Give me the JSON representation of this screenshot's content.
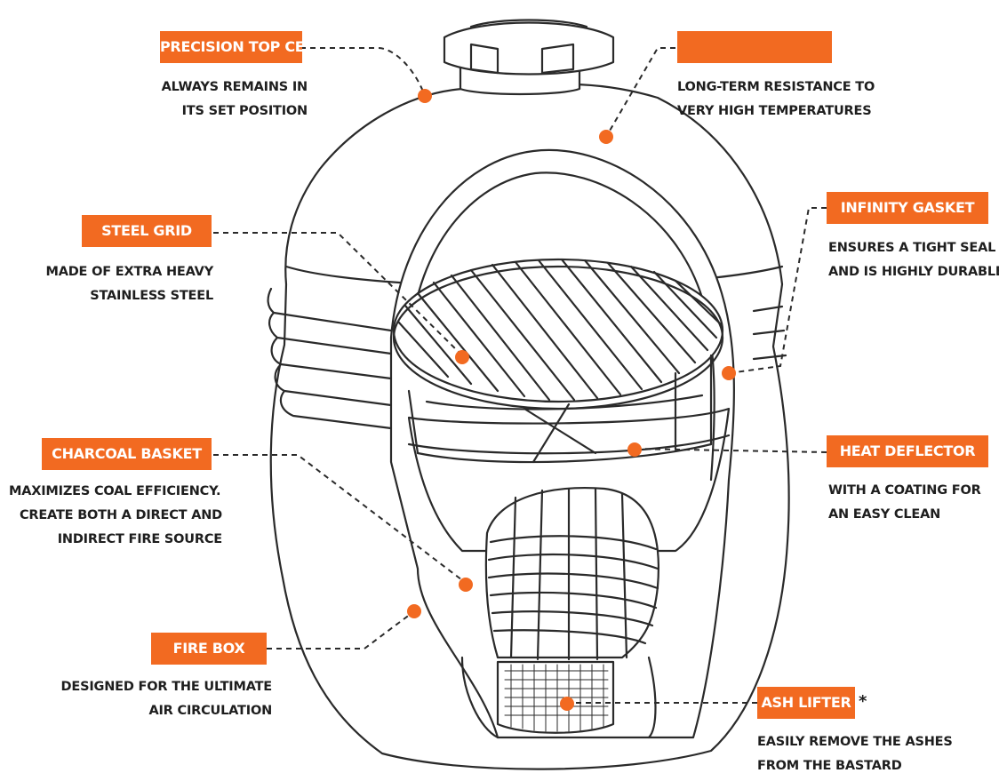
{
  "colors": {
    "accent": "#f26a21",
    "line": "#2a2a2a",
    "text": "#1e1e1e"
  },
  "callouts": [
    {
      "id": "top-cap",
      "label": "PRECISION TOP CE",
      "lines": [
        "ALWAYS REMAINS IN",
        "ITS SET POSITION"
      ]
    },
    {
      "id": "ceramic",
      "label": "",
      "lines": [
        "LONG-TERM RESISTANCE TO",
        "VERY HIGH TEMPERATURES"
      ]
    },
    {
      "id": "infinity-gasket",
      "label": "INFINITY GASKET",
      "lines": [
        "ENSURES A TIGHT SEAL",
        "AND IS HIGHLY DURABLE"
      ]
    },
    {
      "id": "steel-grid",
      "label": "STEEL GRID",
      "lines": [
        "MADE OF EXTRA HEAVY",
        "STAINLESS STEEL"
      ]
    },
    {
      "id": "charcoal-basket",
      "label": "CHARCOAL BASKET",
      "lines": [
        "MAXIMIZES COAL EFFICIENCY.",
        "CREATE BOTH A DIRECT AND",
        "INDIRECT FIRE SOURCE"
      ]
    },
    {
      "id": "heat-deflector",
      "label": "HEAT DEFLECTOR",
      "lines": [
        "WITH A COATING FOR",
        "AN EASY CLEAN"
      ]
    },
    {
      "id": "fire-box",
      "label": "FIRE BOX",
      "lines": [
        "DESIGNED FOR THE ULTIMATE",
        "AIR CIRCULATION"
      ]
    },
    {
      "id": "ash-lifter",
      "label": "ASH LIFTER",
      "mark": "*",
      "lines": [
        "EASILY REMOVE THE ASHES",
        "FROM THE BASTARD"
      ]
    }
  ]
}
